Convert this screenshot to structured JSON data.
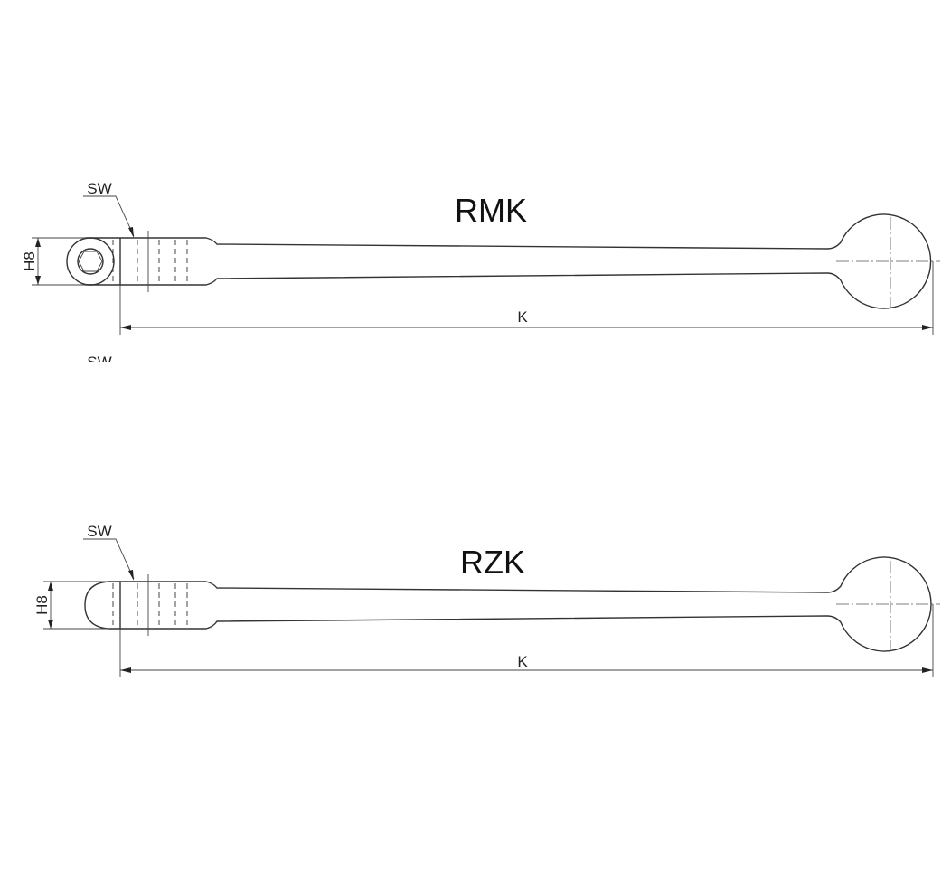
{
  "drawings": [
    {
      "title": "RMK",
      "sw_label": "SW",
      "height_label": "H8",
      "length_label": "K",
      "end_type": "hex-socket eye"
    },
    {
      "title": "RZK",
      "sw_label": "SW",
      "height_label": "H8",
      "length_label": "K",
      "end_type": "rounded"
    }
  ],
  "clipped_label": "SW"
}
